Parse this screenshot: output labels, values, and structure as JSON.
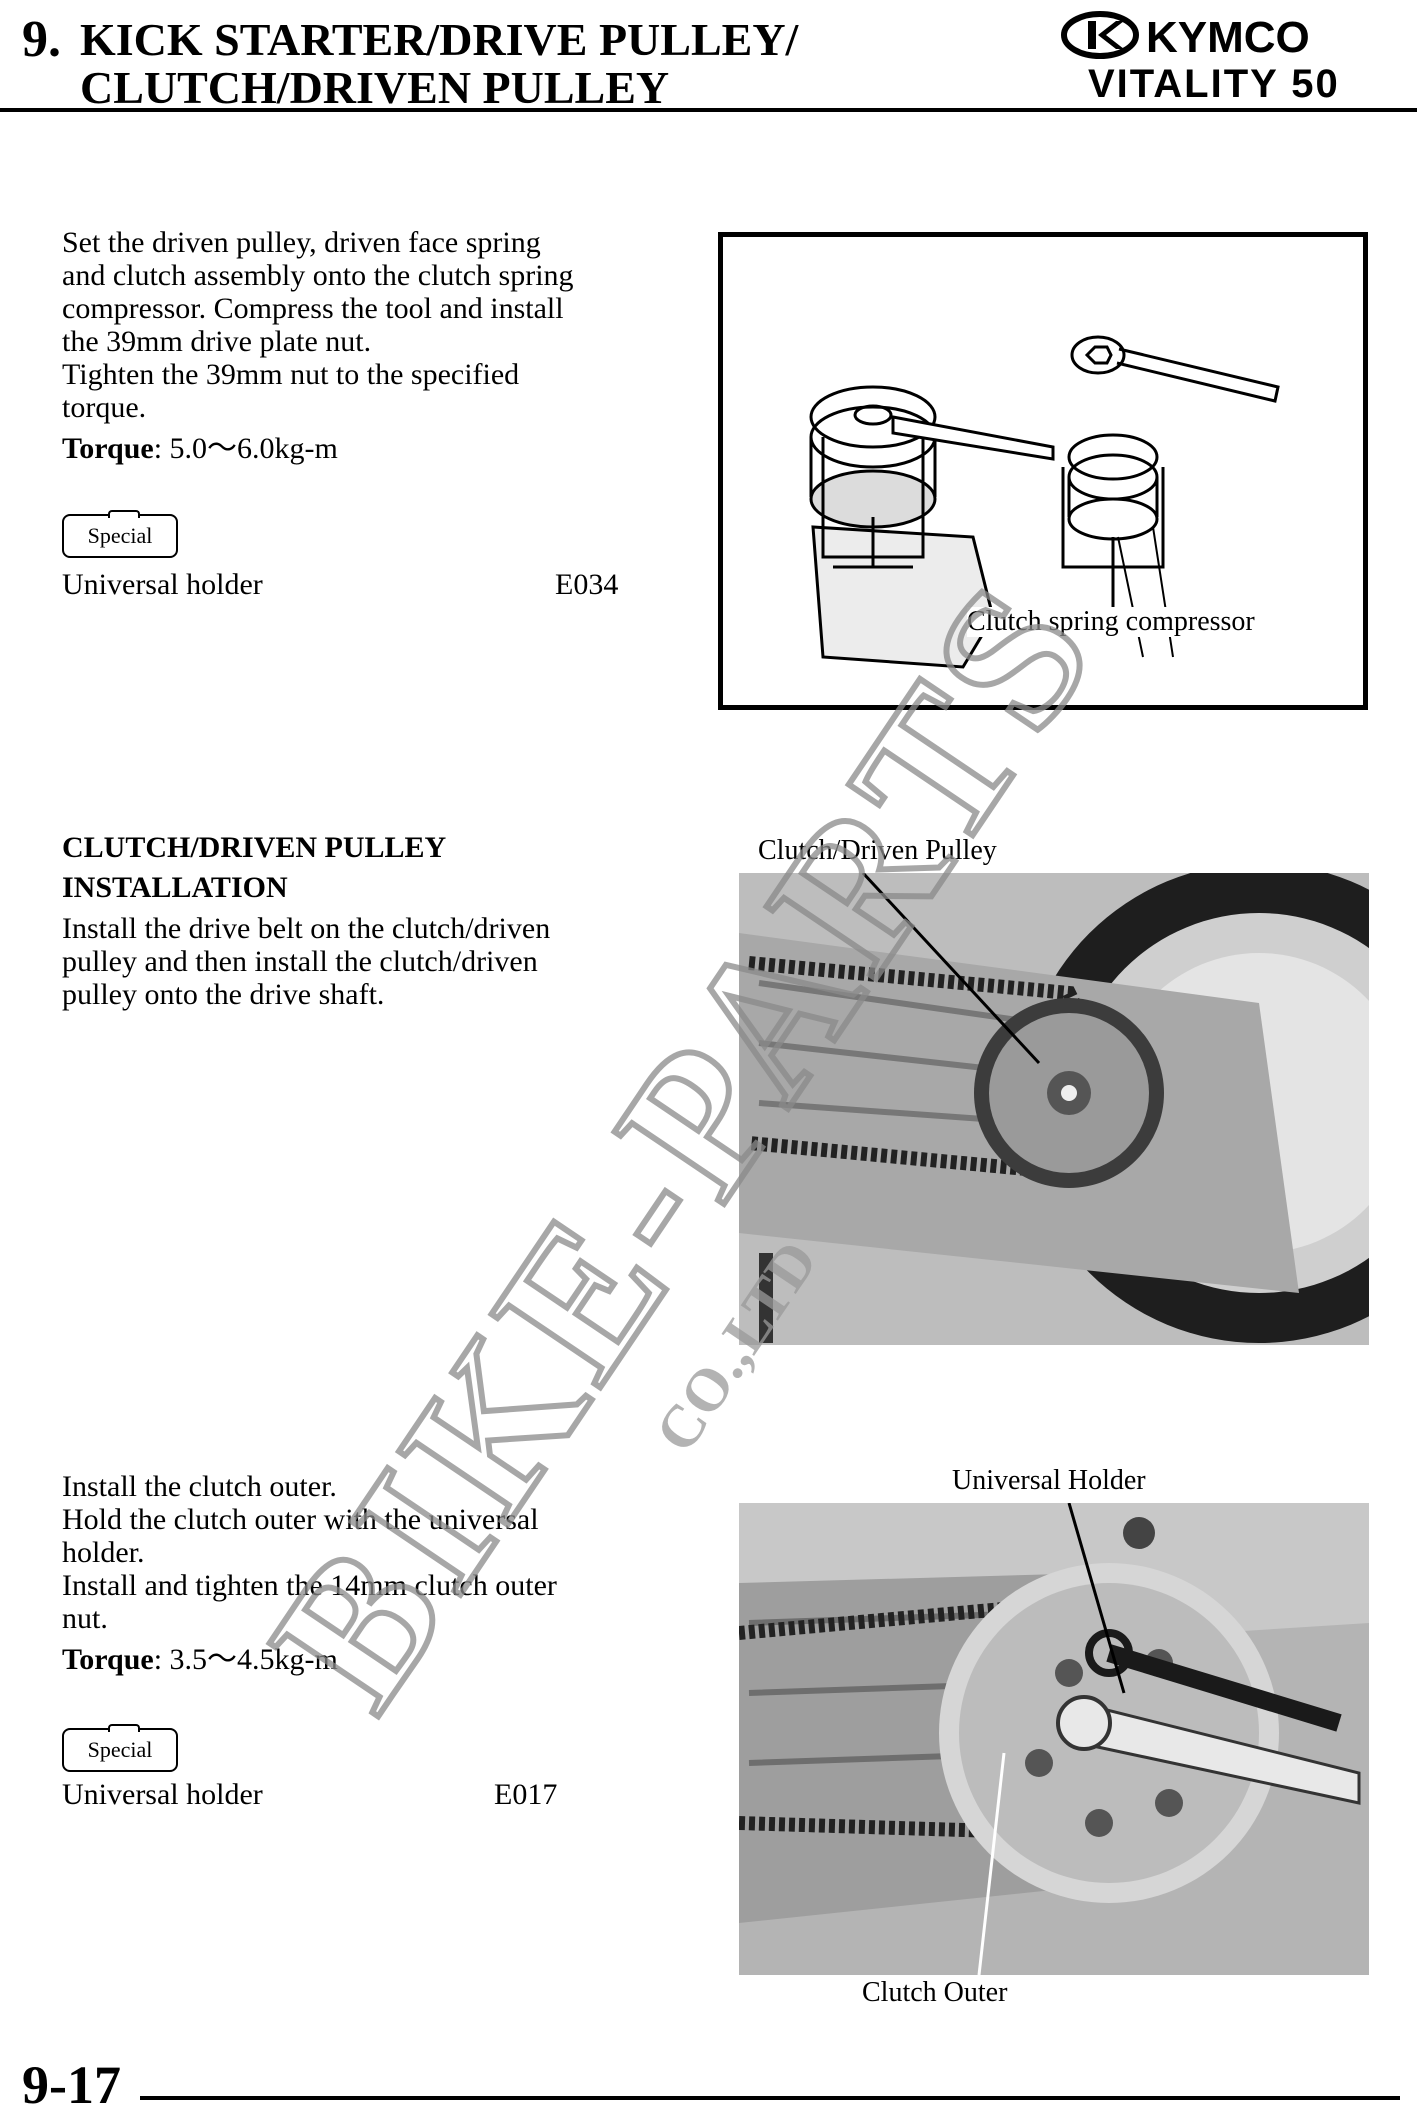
{
  "header": {
    "chapter_number": "9.",
    "title_line1": "KICK STARTER/DRIVE PULLEY/",
    "title_line2": "CLUTCH/DRIVEN PULLEY",
    "brand": "KYMCO",
    "model": "VITALITY 50"
  },
  "section1": {
    "lines": [
      "Set the driven pulley, driven face spring",
      "and clutch assembly onto the clutch spring",
      "compressor. Compress the tool and install",
      "the 39mm drive plate nut.",
      "Tighten the 39mm nut to the specified",
      "torque."
    ],
    "torque_label": "Torque",
    "torque_value": ": 5.0～6.0kg-m",
    "special_label": "Special",
    "tool_name": "Universal holder",
    "tool_code": "E034",
    "figure_caption": "Clutch spring compressor"
  },
  "section2": {
    "heading_line1": "CLUTCH/DRIVEN PULLEY",
    "heading_line2": "INSTALLATION",
    "lines": [
      "Install the drive belt on the clutch/driven",
      "pulley and then install the clutch/driven",
      "pulley onto the drive shaft."
    ],
    "figure_caption": "Clutch/Driven Pulley"
  },
  "section3": {
    "lines": [
      "Install the clutch outer.",
      "Hold the clutch outer with the universal",
      "holder.",
      "Install and tighten the 14mm clutch outer",
      "nut."
    ],
    "torque_label": "Torque",
    "torque_value": ": 3.5～4.5kg-m",
    "special_label": "Special",
    "tool_name": "Universal holder",
    "tool_code": "E017",
    "caption_top": "Universal Holder",
    "caption_bottom": "Clutch Outer"
  },
  "watermark": {
    "line1": "BIKE-PARTS",
    "line2": "CO.,LTD"
  },
  "footer": {
    "page_number": "9-17"
  }
}
